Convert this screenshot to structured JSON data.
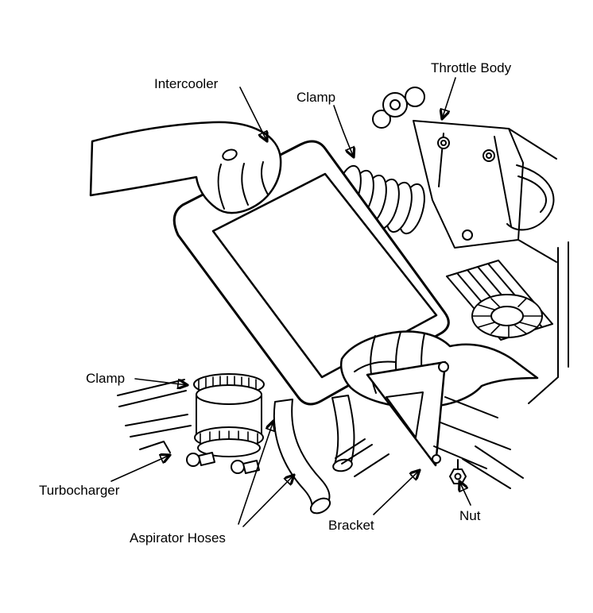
{
  "figure": {
    "background_color": "#ffffff",
    "line_color": "#000000",
    "labels": [
      {
        "id": "intercooler",
        "text": "Intercooler"
      },
      {
        "id": "clamp-upper",
        "text": "Clamp"
      },
      {
        "id": "throttle-body",
        "text": "Throttle Body"
      },
      {
        "id": "clamp-lower",
        "text": "Clamp"
      },
      {
        "id": "turbocharger",
        "text": "Turbocharger"
      },
      {
        "id": "aspirator-hoses",
        "text": "Aspirator Hoses"
      },
      {
        "id": "bracket",
        "text": "Bracket"
      },
      {
        "id": "nut",
        "text": "Nut"
      }
    ]
  }
}
